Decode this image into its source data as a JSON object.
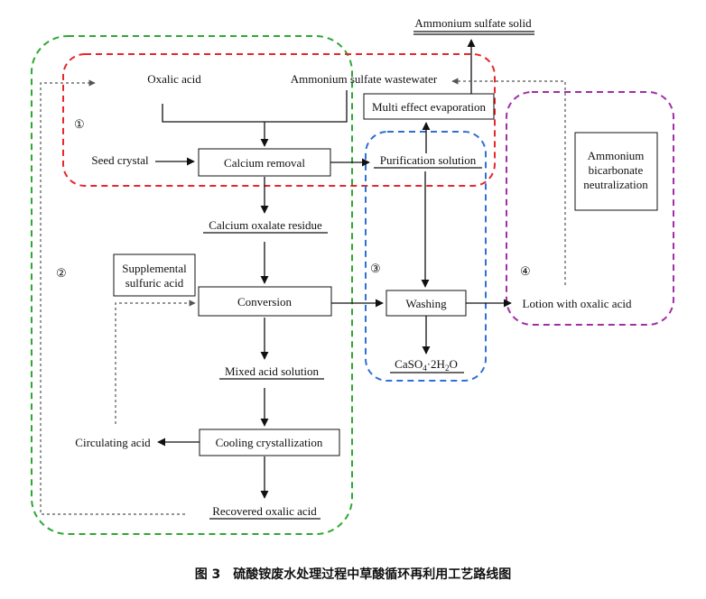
{
  "regions": {
    "r1": {
      "label": "①",
      "color": "#e8262b"
    },
    "r2": {
      "label": "②",
      "color": "#2ea832"
    },
    "r3": {
      "label": "③",
      "color": "#2f6fd6"
    },
    "r4": {
      "label": "④",
      "color": "#a22ea7"
    }
  },
  "nodes": {
    "ammonium_sulfate_solid": "Ammonium sulfate solid",
    "oxalic_acid": "Oxalic acid",
    "ammonium_sulfate_wastewater": "Ammonium sulfate wastewater",
    "multi_effect_evaporation": "Multi effect evaporation",
    "seed_crystal": "Seed crystal",
    "calcium_removal": "Calcium removal",
    "purification_solution": "Purification solution",
    "ammonium_bicarbonate_line1": "Ammonium",
    "ammonium_bicarbonate_line2": "bicarbonate",
    "ammonium_bicarbonate_line3": "neutralization",
    "calcium_oxalate_residue": "Calcium oxalate residue",
    "supplemental_line1": "Supplemental",
    "supplemental_line2": "sulfuric acid",
    "conversion": "Conversion",
    "washing": "Washing",
    "lotion_with_oxalic_acid": "Lotion with oxalic acid",
    "mixed_acid_solution": "Mixed acid solution",
    "caso4": {
      "p1": "CaSO",
      "s1": "4",
      "p2": "·2H",
      "s2": "2",
      "p3": "O"
    },
    "circulating_acid": "Circulating acid",
    "cooling_crystallization": "Cooling crystallization",
    "recovered_oxalic_acid": "Recovered oxalic acid"
  },
  "caption": "图 3　硫酸铵废水处理过程中草酸循环再利用工艺路线图"
}
